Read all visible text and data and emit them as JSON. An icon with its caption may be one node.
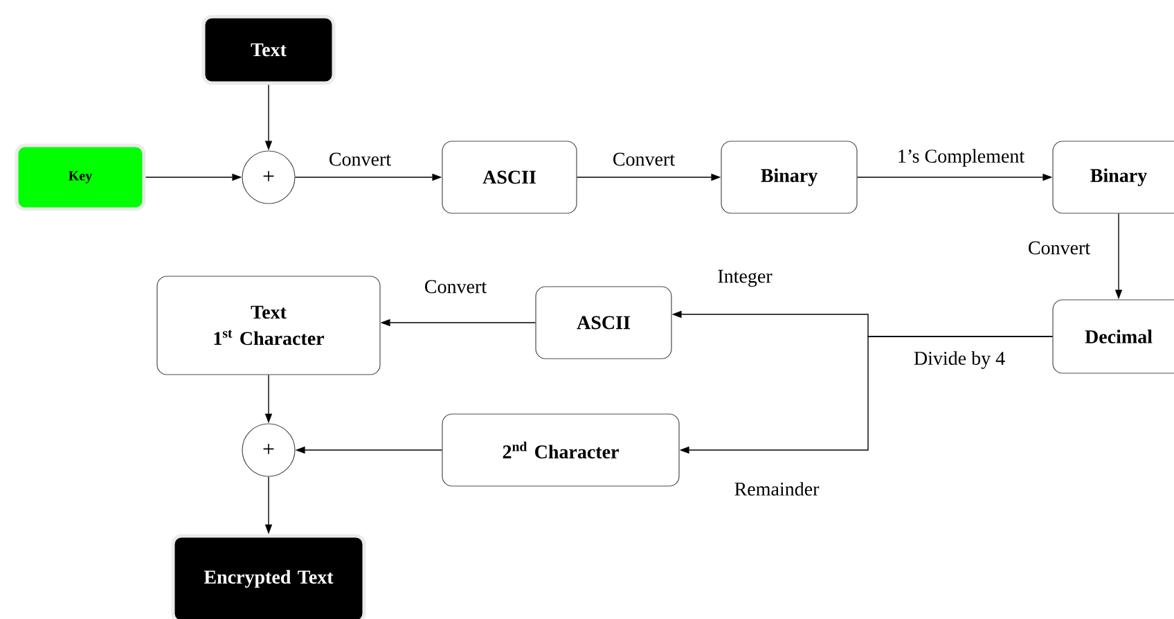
{
  "diagram": {
    "nodes": [
      {
        "text": [
          "Text"
        ]
      },
      {
        "text": [
          "Key"
        ]
      },
      {
        "text": [
          "+"
        ]
      },
      {
        "text": [
          "ASCII"
        ]
      },
      {
        "text": [
          "Binary"
        ]
      },
      {
        "text": [
          "Binary"
        ]
      },
      {
        "text": [
          "Decimal"
        ]
      },
      {
        "text": [
          "ASCII"
        ]
      },
      {
        "text": [
          "Text",
          "1$^{st}$ Character"
        ]
      },
      {
        "text": [
          "2$^{nd}$ Character"
        ]
      },
      {
        "text": [
          "+"
        ]
      },
      {
        "text": [
          "Encrypted Text"
        ]
      }
    ],
    "edges": [
      {
        "from": 0,
        "to": 2,
        "arrow": "to"
      },
      {
        "from": 1,
        "to": 2,
        "arrow": "to"
      },
      {
        "from": 2,
        "to": 3,
        "arrow": "to",
        "label": "Convert"
      },
      {
        "from": 3,
        "to": 4,
        "arrow": "to",
        "label": "Convert"
      },
      {
        "from": 4,
        "to": 5,
        "arrow": "to",
        "label": "1’s Complement"
      },
      {
        "from": 5,
        "to": 6,
        "arrow": "to",
        "label": "Convert"
      },
      {
        "from": 6,
        "to": 7,
        "arrow": "to",
        "label": "Integer"
      },
      {
        "from": 6,
        "to": 9,
        "arrow": "to",
        "label": "Remainder"
      },
      {
        "from": 7,
        "to": 8,
        "arrow": "to",
        "label": "Convert"
      },
      {
        "from": 8,
        "to": 10,
        "arrow": "to"
      },
      {
        "from": 9,
        "to": 10,
        "arrow": "to"
      },
      {
        "from": 10,
        "to": 11,
        "arrow": "to"
      }
    ],
    "labels": [
      "Divide by 4"
    ]
  }
}
